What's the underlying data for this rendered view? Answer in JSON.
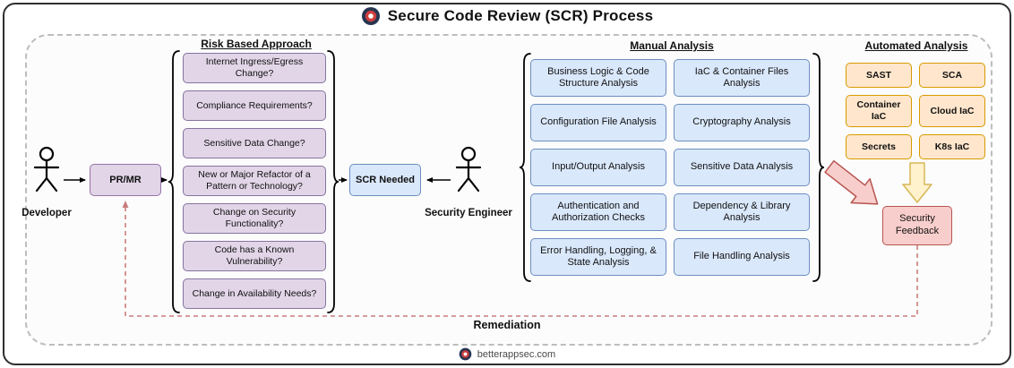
{
  "header": {
    "title": "Secure Code Review (SCR) Process"
  },
  "actors": {
    "developer": {
      "label": "Developer"
    },
    "security_engineer": {
      "label": "Security Engineer"
    }
  },
  "nodes": {
    "pr_mr": {
      "label": "PR/MR"
    },
    "scr_needed": {
      "label": "SCR Needed"
    },
    "security_feedback": {
      "label": "Security Feedback"
    }
  },
  "risk_based_approach": {
    "title": "Risk Based Approach",
    "items": [
      "Internet Ingress/Egress Change?",
      "Compliance Requirements?",
      "Sensitive Data Change?",
      "New or Major Refactor of a Pattern or Technology?",
      "Change on Security Functionality?",
      "Code has a Known Vulnerability?",
      "Change in Availability Needs?"
    ]
  },
  "manual_analysis": {
    "title": "Manual Analysis",
    "column1": [
      "Business Logic & Code Structure Analysis",
      "Configuration File Analysis",
      "Input/Output Analysis",
      "Authentication and Authorization Checks",
      "Error Handling, Logging, & State Analysis"
    ],
    "column2": [
      "IaC & Container Files Analysis",
      "Cryptography Analysis",
      "Sensitive Data Analysis",
      "Dependency & Library Analysis",
      "File Handling Analysis"
    ]
  },
  "automated_analysis": {
    "title": "Automated Analysis",
    "items": [
      "SAST",
      "SCA",
      "Container IaC",
      "Cloud IaC",
      "Secrets",
      "K8s IaC"
    ]
  },
  "labels": {
    "remediation": "Remediation"
  },
  "footer": {
    "site": "betterappsec.com"
  },
  "icons": {
    "header_logo": "betterappsec-logo",
    "footer_logo": "betterappsec-logo"
  },
  "colors": {
    "purple_fill": "#E1D5E7",
    "purple_border": "#9673A6",
    "blue_fill": "#DAE8FC",
    "blue_border": "#6C8EBF",
    "orange_fill": "#FFE6CC",
    "orange_border": "#D79B00",
    "yellow_arrow_fill": "#FFF2CC",
    "yellow_arrow_border": "#D6B656",
    "feedback_fill": "#F8CECC",
    "feedback_border": "#B85450",
    "remediation_line": "#C97C7C"
  }
}
